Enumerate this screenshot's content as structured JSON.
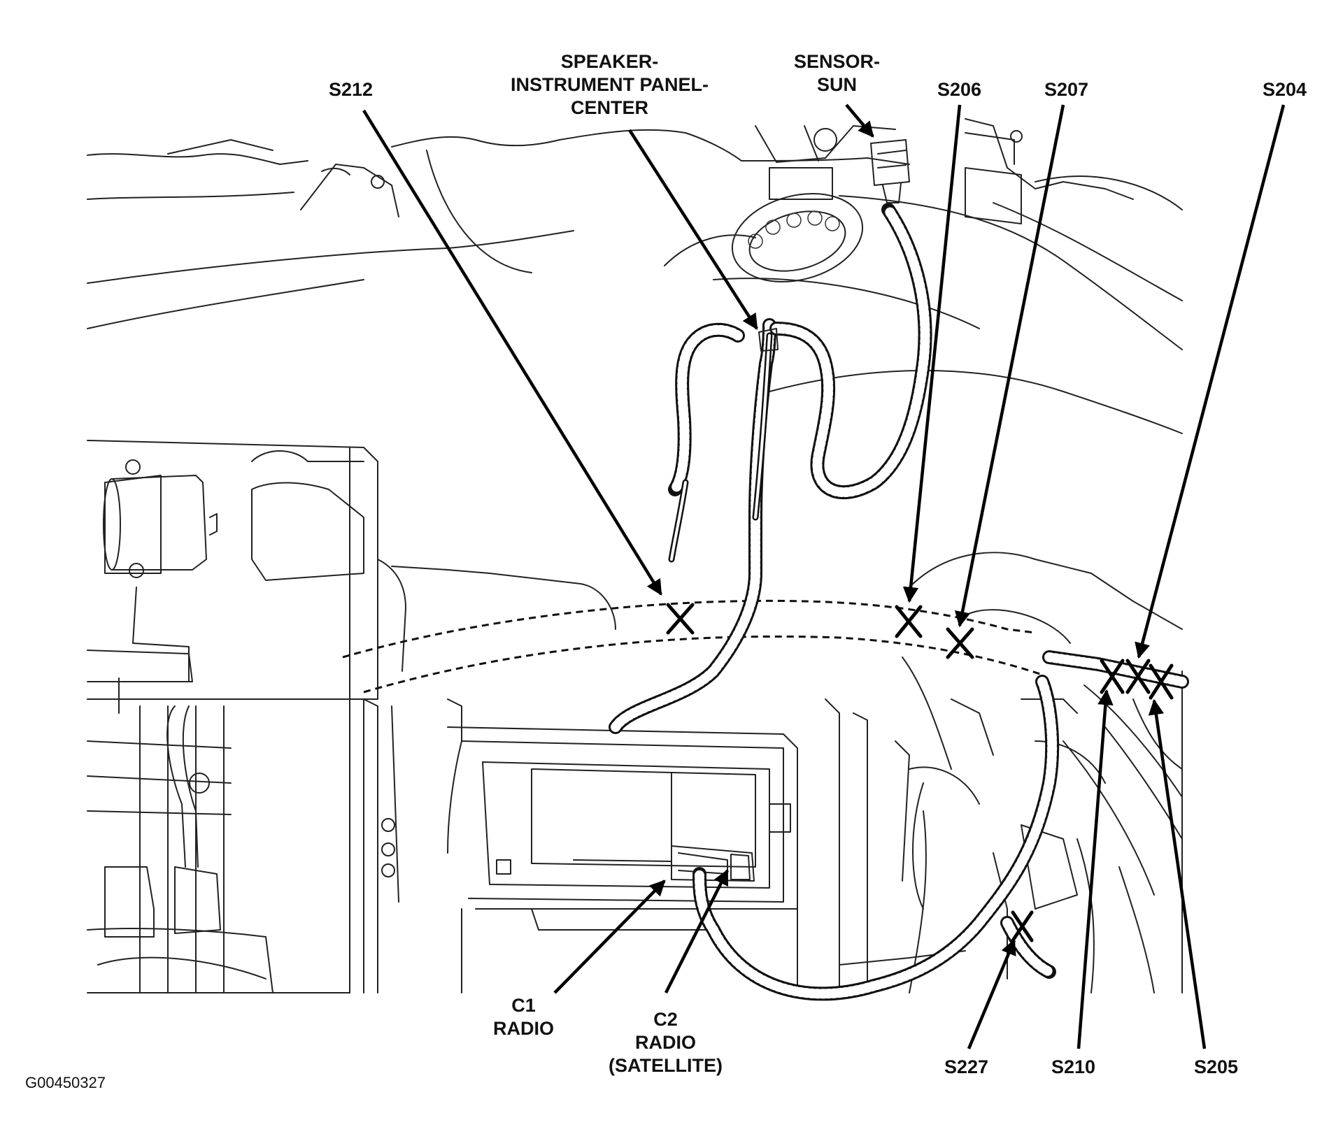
{
  "labels": {
    "s212": "S212",
    "speaker": [
      "SPEAKER-",
      "INSTRUMENT PANEL-",
      "CENTER"
    ],
    "sensor_sun": [
      "SENSOR-",
      "SUN"
    ],
    "s206": "S206",
    "s207": "S207",
    "s204": "S204",
    "c1": [
      "C1",
      "RADIO"
    ],
    "c2": [
      "C2",
      "RADIO",
      "(SATELLITE)"
    ],
    "s227": "S227",
    "s210": "S210",
    "s205": "S205"
  },
  "figure_id": "G00450327",
  "colors": {
    "ink": "#111111",
    "background": "#ffffff"
  }
}
